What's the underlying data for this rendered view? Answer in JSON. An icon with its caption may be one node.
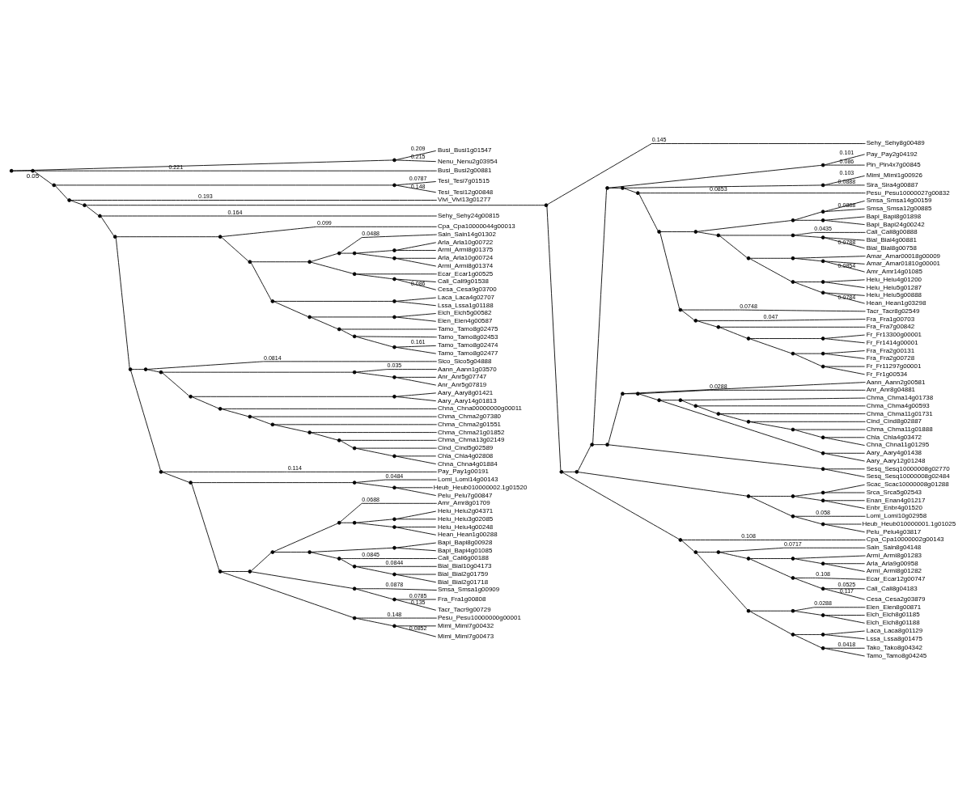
{
  "diagram": {
    "nodes": [
      {
        "text": [],
        "shape": "point"
      },
      {
        "text": [],
        "shape": "point"
      },
      {
        "text": [
          "Busi_Busi1g01547"
        ]
      },
      {
        "text": [
          "Nenu_Nenu2g03954"
        ]
      },
      {
        "text": [],
        "shape": "point"
      },
      {
        "text": [
          "Busi_Busi2g00881"
        ]
      },
      {
        "text": [],
        "shape": "point"
      },
      {
        "text": [],
        "shape": "point"
      },
      {
        "text": [
          "Tesi_Tesi7g01515"
        ]
      },
      {
        "text": [
          "Tesi_Tesi12g00848"
        ]
      },
      {
        "text": [],
        "shape": "point"
      },
      {
        "text": [
          "Vivi_Vivi13g01277"
        ]
      },
      {
        "text": [],
        "shape": "point"
      },
      {
        "text": [],
        "shape": "point"
      },
      {
        "text": [
          "Sehy_Sehy24g00815"
        ]
      },
      {
        "text": [],
        "shape": "point"
      },
      {
        "text": [],
        "shape": "point"
      },
      {
        "text": [
          "Cpa_Cpa10000044g00013"
        ]
      },
      {
        "text": [],
        "shape": "point"
      },
      {
        "text": [],
        "shape": "point"
      },
      {
        "text": [],
        "shape": "point"
      },
      {
        "text": [
          "Sain_Sain14g01302"
        ]
      },
      {
        "text": [],
        "shape": "point"
      },
      {
        "text": [],
        "shape": "point"
      },
      {
        "text": [
          "Arla_Arla10g00722"
        ]
      },
      {
        "text": [
          "Armi_Armi8g01375"
        ]
      },
      {
        "text": [],
        "shape": "point"
      },
      {
        "text": [
          "Arla_Arla10g00724"
        ]
      },
      {
        "text": [
          "Armi_Armi8g01374"
        ]
      },
      {
        "text": [],
        "shape": "point"
      },
      {
        "text": [
          "Ecar_Ecar1g00525"
        ]
      },
      {
        "text": [],
        "shape": "point"
      },
      {
        "text": [
          "Cali_Cali9g01538"
        ]
      },
      {
        "text": [
          "Cesa_Cesa9g03700"
        ]
      },
      {
        "text": [],
        "shape": "point"
      },
      {
        "text": [],
        "shape": "point"
      },
      {
        "text": [
          "Laca_Laca4g02707"
        ]
      },
      {
        "text": [
          "Lssa_Lssa1g01188"
        ]
      },
      {
        "text": [],
        "shape": "point"
      },
      {
        "text": [],
        "shape": "point"
      },
      {
        "text": [
          "Eich_Eich5g00582"
        ]
      },
      {
        "text": [
          "Eien_Eien4g00587"
        ]
      },
      {
        "text": [],
        "shape": "point"
      },
      {
        "text": [
          "Tamo_Tamo8g02475"
        ]
      },
      {
        "text": [],
        "shape": "point"
      },
      {
        "text": [
          "Tamo_Tamo8g02453"
        ]
      },
      {
        "text": [],
        "shape": "point"
      },
      {
        "text": [
          "Tamo_Tamo8g02474"
        ]
      },
      {
        "text": [
          "Tamo_Tamo8g02477"
        ]
      },
      {
        "text": [],
        "shape": "point"
      },
      {
        "text": [],
        "shape": "point"
      },
      {
        "text": [
          "Sico_Sico5g04888"
        ]
      },
      {
        "text": [],
        "shape": "point"
      },
      {
        "text": [],
        "shape": "point"
      },
      {
        "text": [],
        "shape": "point"
      },
      {
        "text": [
          "Anr_Anr5g07747"
        ]
      },
      {
        "text": [
          "Anr_Anr5g07819"
        ]
      },
      {
        "text": [
          "Aann_Aann1g03570"
        ]
      },
      {
        "text": [],
        "shape": "point"
      },
      {
        "text": [],
        "shape": "point"
      },
      {
        "text": [
          "Aary_Aary8g01421"
        ]
      },
      {
        "text": [
          "Aary_Aary14g01813"
        ]
      },
      {
        "text": [],
        "shape": "point"
      },
      {
        "text": [
          "Chna_Chna00000000g00011"
        ]
      },
      {
        "text": [],
        "shape": "point"
      },
      {
        "text": [
          "Chma_Chma2g07380"
        ]
      },
      {
        "text": [],
        "shape": "point"
      },
      {
        "text": [
          "Chma_Chma2g01551"
        ]
      },
      {
        "text": [],
        "shape": "point"
      },
      {
        "text": [
          "Chma_Chma21g01852"
        ]
      },
      {
        "text": [],
        "shape": "point"
      },
      {
        "text": [
          "Chma_Chma13g02149"
        ]
      },
      {
        "text": [],
        "shape": "point"
      },
      {
        "text": [
          "Cind_Cind5g02589"
        ]
      },
      {
        "text": [],
        "shape": "point"
      },
      {
        "text": [
          "Chla_Chla4g02808"
        ]
      },
      {
        "text": [
          "Chna_Chna4g01884"
        ]
      },
      {
        "text": [],
        "shape": "point"
      },
      {
        "text": [
          "Pay_Pay1g00191"
        ]
      },
      {
        "text": [],
        "shape": "point"
      },
      {
        "text": [],
        "shape": "point"
      },
      {
        "text": [
          "Lomi_Lomi14g00143"
        ]
      },
      {
        "text": [],
        "shape": "point"
      },
      {
        "text": [
          "Heub_Heub010000002.1g01520"
        ]
      },
      {
        "text": [
          "Pelu_Pelu7g00847"
        ]
      },
      {
        "text": [],
        "shape": "point"
      },
      {
        "text": [],
        "shape": "point"
      },
      {
        "text": [],
        "shape": "point"
      },
      {
        "text": [],
        "shape": "point"
      },
      {
        "text": [
          "Amr_Amr8g01709"
        ]
      },
      {
        "text": [],
        "shape": "point"
      },
      {
        "text": [],
        "shape": "point"
      },
      {
        "text": [
          "Heiu_Heiu2g04371"
        ]
      },
      {
        "text": [
          "Heiu_Heiu3g02085"
        ]
      },
      {
        "text": [],
        "shape": "point"
      },
      {
        "text": [
          "Heiu_Heiu4g00248"
        ]
      },
      {
        "text": [
          "Hean_Hean1g00288"
        ]
      },
      {
        "text": [],
        "shape": "point"
      },
      {
        "text": [],
        "shape": "point"
      },
      {
        "text": [
          "Bapi_Bapi8g00928"
        ]
      },
      {
        "text": [
          "Bapi_Bapi4g01085"
        ]
      },
      {
        "text": [],
        "shape": "point"
      },
      {
        "text": [
          "Cali_Cali6g00188"
        ]
      },
      {
        "text": [],
        "shape": "point"
      },
      {
        "text": [
          "Bial_Bial10g04173"
        ]
      },
      {
        "text": [],
        "shape": "point"
      },
      {
        "text": [
          "Bial_Bial2g01759"
        ]
      },
      {
        "text": [
          "Bial_Bial2g01718"
        ]
      },
      {
        "text": [],
        "shape": "point"
      },
      {
        "text": [
          "Smsa_Smsa1g00909"
        ]
      },
      {
        "text": [],
        "shape": "point"
      },
      {
        "text": [
          "Fra_Fra1g00808"
        ]
      },
      {
        "text": [
          "Tacr_Tacr9g00729"
        ]
      },
      {
        "text": [],
        "shape": "point"
      },
      {
        "text": [
          "Pesu_Pesu10000000g00001"
        ]
      },
      {
        "text": [],
        "shape": "point"
      },
      {
        "text": [
          "Mimi_Mimi7g00432"
        ]
      },
      {
        "text": [
          "Mimi_Mimi7g00473"
        ]
      },
      {
        "text": [],
        "shape": "point"
      },
      {
        "text": [
          "Sehy_Sehy8g00489"
        ]
      },
      {
        "text": [],
        "shape": "point"
      },
      {
        "text": [],
        "shape": "point"
      },
      {
        "text": [],
        "shape": "point"
      },
      {
        "text": [],
        "shape": "point"
      },
      {
        "text": [],
        "shape": "point"
      },
      {
        "text": [
          "Pay_Pay2g04192"
        ]
      },
      {
        "text": [
          "Pin_Pin4x7g00845"
        ]
      },
      {
        "text": [],
        "shape": "point"
      },
      {
        "text": [],
        "shape": "point"
      },
      {
        "text": [
          "Mimi_Mimi1g00926"
        ]
      },
      {
        "text": [
          "Sira_Sira4g00887"
        ]
      },
      {
        "text": [],
        "shape": "point"
      },
      {
        "text": [],
        "shape": "point"
      },
      {
        "text": [],
        "shape": "point"
      },
      {
        "text": [],
        "shape": "point"
      },
      {
        "text": [],
        "shape": "point"
      },
      {
        "text": [
          "Smsa_Smsa14g00159"
        ]
      },
      {
        "text": [
          "Smsa_Smsa12g00885"
        ]
      },
      {
        "text": [],
        "shape": "point"
      },
      {
        "text": [
          "Bapi_Bapi8g01898"
        ]
      },
      {
        "text": [
          "Bapi_Bapi24g00242"
        ]
      },
      {
        "text": [],
        "shape": "point"
      },
      {
        "text": [],
        "shape": "point"
      },
      {
        "text": [
          "Cali_Cali8g00888"
        ]
      },
      {
        "text": [],
        "shape": "point"
      },
      {
        "text": [
          "Bial_Bial4g00881"
        ]
      },
      {
        "text": [
          "Bial_Bial8g00758"
        ]
      },
      {
        "text": [],
        "shape": "point"
      },
      {
        "text": [],
        "shape": "point"
      },
      {
        "text": [
          "Amar_Amar00018g00009"
        ]
      },
      {
        "text": [],
        "shape": "point"
      },
      {
        "text": [
          "Amar_Amar01810g00001"
        ]
      },
      {
        "text": [
          "Amr_Amr14g01085"
        ]
      },
      {
        "text": [],
        "shape": "point"
      },
      {
        "text": [],
        "shape": "point"
      },
      {
        "text": [
          "Heiu_Heiu4g01200"
        ]
      },
      {
        "text": [
          "Heiu_Heiu5g01287"
        ]
      },
      {
        "text": [],
        "shape": "point"
      },
      {
        "text": [
          "Heiu_Heiu5g00888"
        ]
      },
      {
        "text": [
          "Hean_Hean1g03298"
        ]
      },
      {
        "text": [],
        "shape": "point"
      },
      {
        "text": [
          "Tacr_Tacr8g02549"
        ]
      },
      {
        "text": [],
        "shape": "point"
      },
      {
        "text": [
          "Fra_Fra1g00703"
        ]
      },
      {
        "text": [],
        "shape": "point"
      },
      {
        "text": [
          "Fra_Fra7g00842"
        ]
      },
      {
        "text": [],
        "shape": "point"
      },
      {
        "text": [],
        "shape": "point"
      },
      {
        "text": [
          "Fr_Fr13300g00001"
        ]
      },
      {
        "text": [
          "Fr_Fr1414g00001"
        ]
      },
      {
        "text": [],
        "shape": "point"
      },
      {
        "text": [],
        "shape": "point"
      },
      {
        "text": [
          "Fra_Fra2g00131"
        ]
      },
      {
        "text": [
          "Fra_Fra2g00728"
        ]
      },
      {
        "text": [],
        "shape": "point"
      },
      {
        "text": [
          "Fr_Fr11297g00001"
        ]
      },
      {
        "text": [
          "Fr_Fr1g00534"
        ]
      },
      {
        "text": [
          "Pesu_Pesu10000027g00832"
        ]
      },
      {
        "text": [],
        "shape": "point"
      },
      {
        "text": [],
        "shape": "point"
      },
      {
        "text": [],
        "shape": "point"
      },
      {
        "text": [],
        "shape": "point"
      },
      {
        "text": [],
        "shape": "point"
      },
      {
        "text": [],
        "shape": "point"
      },
      {
        "text": [
          "Chma_Chma4g00593"
        ]
      },
      {
        "text": [],
        "shape": "point"
      },
      {
        "text": [
          "Chma_Chma11g01731"
        ]
      },
      {
        "text": [],
        "shape": "point"
      },
      {
        "text": [
          "Cind_Cind8g02887"
        ]
      },
      {
        "text": [],
        "shape": "point"
      },
      {
        "text": [
          "Chma_Chma11g01888"
        ]
      },
      {
        "text": [],
        "shape": "point"
      },
      {
        "text": [
          "Chla_Chla4g03472"
        ]
      },
      {
        "text": [
          "Chna_Chna11g01295"
        ]
      },
      {
        "text": [
          "Chma_Chma14g01738"
        ]
      },
      {
        "text": [],
        "shape": "point"
      },
      {
        "text": [
          "Aary_Aary4g01438"
        ]
      },
      {
        "text": [
          "Aary_Aary12g01248"
        ]
      },
      {
        "text": [
          "Anr_Anr8g04881"
        ]
      },
      {
        "text": [
          "Aann_Aann2g00581"
        ]
      },
      {
        "text": [],
        "shape": "point"
      },
      {
        "text": [
          "Sesq_Sesq10000008g02770"
        ]
      },
      {
        "text": [
          "Sesq_Sesq10000008g02484"
        ]
      },
      {
        "text": [],
        "shape": "point"
      },
      {
        "text": [],
        "shape": "point"
      },
      {
        "text": [],
        "shape": "point"
      },
      {
        "text": [
          "Scac_Scac10000008g01288"
        ]
      },
      {
        "text": [
          "Srca_Srca5g02543"
        ]
      },
      {
        "text": [],
        "shape": "point"
      },
      {
        "text": [
          "Enan_Enan4g01217"
        ]
      },
      {
        "text": [
          "Enbr_Enbr4g01520"
        ]
      },
      {
        "text": [],
        "shape": "point"
      },
      {
        "text": [
          "Lomi_Lomi10g02958"
        ]
      },
      {
        "text": [],
        "shape": "point"
      },
      {
        "text": [
          "Heub_Heub010000001.1g01025"
        ]
      },
      {
        "text": [
          "Pelu_Pelu4g03817"
        ]
      },
      {
        "text": [],
        "shape": "point"
      },
      {
        "text": [
          "Cpa_Cpa10000002g00143"
        ]
      },
      {
        "text": [],
        "shape": "point"
      },
      {
        "text": [],
        "shape": "point"
      },
      {
        "text": [
          "Sain_Sain8g04148"
        ]
      },
      {
        "text": [],
        "shape": "point"
      },
      {
        "text": [],
        "shape": "point"
      },
      {
        "text": [
          "Armi_Armi8g01283"
        ]
      },
      {
        "text": [],
        "shape": "point"
      },
      {
        "text": [
          "Arla_Arla9g00958"
        ]
      },
      {
        "text": [
          "Armi_Armi8g01282"
        ]
      },
      {
        "text": [],
        "shape": "point"
      },
      {
        "text": [
          "Ecar_Ecar12g00747"
        ]
      },
      {
        "text": [],
        "shape": "point"
      },
      {
        "text": [
          "Cali_Cali8g04183"
        ]
      },
      {
        "text": [
          "Cesa_Cesa2g03879"
        ]
      },
      {
        "text": [],
        "shape": "point"
      },
      {
        "text": [],
        "shape": "point"
      },
      {
        "text": [
          "Eien_Eien8g00871"
        ]
      },
      {
        "text": [],
        "shape": "point"
      },
      {
        "text": [
          "Eich_Eich8g01185"
        ]
      },
      {
        "text": [
          "Eich_Eich8g01188"
        ]
      },
      {
        "text": [],
        "shape": "point"
      },
      {
        "text": [],
        "shape": "point"
      },
      {
        "text": [
          "Laca_Laca8g01129"
        ]
      },
      {
        "text": [
          "Lssa_Lssa8g01475"
        ]
      },
      {
        "text": [],
        "shape": "point"
      },
      {
        "text": [
          "Tako_Tako8g04342"
        ]
      },
      {
        "text": [
          "Tamo_Tamo8g04245"
        ]
      }
    ],
    "edges": [
      {
        "from": 0,
        "to": 1,
        "arrow": "none"
      },
      {
        "from": 0,
        "to": 4,
        "arrow": "none"
      },
      {
        "from": 1,
        "to": 2,
        "arrow": "none",
        "label": "0.209"
      },
      {
        "from": 1,
        "to": 3,
        "arrow": "none",
        "label": "0.215"
      },
      {
        "from": 4,
        "to": 5,
        "arrow": "none",
        "label": "0.221"
      },
      {
        "from": 4,
        "to": 6,
        "arrow": "none"
      },
      {
        "from": 6,
        "to": 7,
        "arrow": "none"
      },
      {
        "from": 6,
        "to": 10,
        "arrow": "none"
      },
      {
        "from": 7,
        "to": 8,
        "arrow": "none",
        "label": "0.0787"
      },
      {
        "from": 7,
        "to": 9,
        "arrow": "none",
        "label": "0.148"
      },
      {
        "from": 10,
        "to": 11,
        "arrow": "none",
        "label": "0.193"
      },
      {
        "from": 10,
        "to": 12,
        "arrow": "none"
      },
      {
        "from": 12,
        "to": 13,
        "arrow": "none"
      },
      {
        "from": 12,
        "to": 118,
        "arrow": "none"
      },
      {
        "from": 13,
        "to": 14,
        "arrow": "none",
        "label": "0.164"
      },
      {
        "from": 13,
        "to": 15,
        "arrow": "none"
      },
      {
        "from": 15,
        "to": 16,
        "arrow": "none"
      },
      {
        "from": 15,
        "to": 49,
        "arrow": "none"
      },
      {
        "from": 16,
        "to": 17,
        "arrow": "none",
        "label": "0.099"
      },
      {
        "from": 16,
        "to": 18,
        "arrow": "none"
      },
      {
        "from": 18,
        "to": 19,
        "arrow": "none"
      },
      {
        "from": 18,
        "to": 34,
        "arrow": "none"
      },
      {
        "from": 19,
        "to": 20,
        "arrow": "none"
      },
      {
        "from": 19,
        "to": 29,
        "arrow": "none"
      },
      {
        "from": 20,
        "to": 21,
        "arrow": "none",
        "label": "0.0488"
      },
      {
        "from": 20,
        "to": 22,
        "arrow": "none"
      },
      {
        "from": 22,
        "to": 23,
        "arrow": "none"
      },
      {
        "from": 22,
        "to": 26,
        "arrow": "none"
      },
      {
        "from": 23,
        "to": 24,
        "arrow": "none"
      },
      {
        "from": 23,
        "to": 25,
        "arrow": "none"
      },
      {
        "from": 26,
        "to": 27,
        "arrow": "none"
      },
      {
        "from": 26,
        "to": 28,
        "arrow": "none"
      },
      {
        "from": 29,
        "to": 30,
        "arrow": "none"
      },
      {
        "from": 29,
        "to": 31,
        "arrow": "none"
      },
      {
        "from": 31,
        "to": 32,
        "arrow": "none"
      },
      {
        "from": 31,
        "to": 33,
        "arrow": "none",
        "label": "0.086"
      },
      {
        "from": 34,
        "to": 35,
        "arrow": "none"
      },
      {
        "from": 34,
        "to": 38,
        "arrow": "none"
      },
      {
        "from": 35,
        "to": 36,
        "arrow": "none"
      },
      {
        "from": 35,
        "to": 37,
        "arrow": "none"
      },
      {
        "from": 38,
        "to": 39,
        "arrow": "none"
      },
      {
        "from": 38,
        "to": 42,
        "arrow": "none"
      },
      {
        "from": 39,
        "to": 40,
        "arrow": "none"
      },
      {
        "from": 39,
        "to": 41,
        "arrow": "none"
      },
      {
        "from": 42,
        "to": 43,
        "arrow": "none"
      },
      {
        "from": 42,
        "to": 44,
        "arrow": "none"
      },
      {
        "from": 44,
        "to": 45,
        "arrow": "none"
      },
      {
        "from": 44,
        "to": 46,
        "arrow": "none"
      },
      {
        "from": 46,
        "to": 47,
        "arrow": "none",
        "label": "0.161"
      },
      {
        "from": 46,
        "to": 48,
        "arrow": "none"
      },
      {
        "from": 49,
        "to": 50,
        "arrow": "none"
      },
      {
        "from": 49,
        "to": 77,
        "arrow": "none"
      },
      {
        "from": 50,
        "to": 51,
        "arrow": "none",
        "label": "0.0814"
      },
      {
        "from": 50,
        "to": 52,
        "arrow": "none"
      },
      {
        "from": 52,
        "to": 53,
        "arrow": "none"
      },
      {
        "from": 52,
        "to": 58,
        "arrow": "none"
      },
      {
        "from": 53,
        "to": 54,
        "arrow": "none"
      },
      {
        "from": 53,
        "to": 57,
        "arrow": "none",
        "label": "0.035"
      },
      {
        "from": 54,
        "to": 55,
        "arrow": "none"
      },
      {
        "from": 54,
        "to": 56,
        "arrow": "none"
      },
      {
        "from": 58,
        "to": 59,
        "arrow": "none"
      },
      {
        "from": 58,
        "to": 62,
        "arrow": "none"
      },
      {
        "from": 59,
        "to": 60,
        "arrow": "none"
      },
      {
        "from": 59,
        "to": 61,
        "arrow": "none"
      },
      {
        "from": 62,
        "to": 63,
        "arrow": "none"
      },
      {
        "from": 62,
        "to": 64,
        "arrow": "none"
      },
      {
        "from": 64,
        "to": 65,
        "arrow": "none"
      },
      {
        "from": 64,
        "to": 66,
        "arrow": "none"
      },
      {
        "from": 66,
        "to": 67,
        "arrow": "none"
      },
      {
        "from": 66,
        "to": 68,
        "arrow": "none"
      },
      {
        "from": 68,
        "to": 69,
        "arrow": "none"
      },
      {
        "from": 68,
        "to": 70,
        "arrow": "none"
      },
      {
        "from": 70,
        "to": 71,
        "arrow": "none"
      },
      {
        "from": 70,
        "to": 72,
        "arrow": "none"
      },
      {
        "from": 72,
        "to": 73,
        "arrow": "none"
      },
      {
        "from": 72,
        "to": 74,
        "arrow": "none"
      },
      {
        "from": 74,
        "to": 75,
        "arrow": "none"
      },
      {
        "from": 74,
        "to": 76,
        "arrow": "none"
      },
      {
        "from": 77,
        "to": 78,
        "arrow": "none",
        "label": "0.114"
      },
      {
        "from": 77,
        "to": 79,
        "arrow": "none"
      },
      {
        "from": 79,
        "to": 80,
        "arrow": "none"
      },
      {
        "from": 79,
        "to": 85,
        "arrow": "none"
      },
      {
        "from": 80,
        "to": 81,
        "arrow": "none",
        "label": "0.0484"
      },
      {
        "from": 80,
        "to": 82,
        "arrow": "none"
      },
      {
        "from": 82,
        "to": 83,
        "arrow": "none"
      },
      {
        "from": 82,
        "to": 84,
        "arrow": "none"
      },
      {
        "from": 85,
        "to": 86,
        "arrow": "none"
      },
      {
        "from": 85,
        "to": 113,
        "arrow": "none"
      },
      {
        "from": 86,
        "to": 87,
        "arrow": "none"
      },
      {
        "from": 86,
        "to": 108,
        "arrow": "none"
      },
      {
        "from": 87,
        "to": 88,
        "arrow": "none"
      },
      {
        "from": 87,
        "to": 97,
        "arrow": "none"
      },
      {
        "from": 88,
        "to": 89,
        "arrow": "none",
        "label": "0.0688"
      },
      {
        "from": 88,
        "to": 90,
        "arrow": "none"
      },
      {
        "from": 90,
        "to": 91,
        "arrow": "none"
      },
      {
        "from": 90,
        "to": 94,
        "arrow": "none"
      },
      {
        "from": 91,
        "to": 92,
        "arrow": "none"
      },
      {
        "from": 91,
        "to": 93,
        "arrow": "none"
      },
      {
        "from": 94,
        "to": 95,
        "arrow": "none"
      },
      {
        "from": 94,
        "to": 96,
        "arrow": "none"
      },
      {
        "from": 97,
        "to": 98,
        "arrow": "none"
      },
      {
        "from": 97,
        "to": 101,
        "arrow": "none"
      },
      {
        "from": 98,
        "to": 99,
        "arrow": "none"
      },
      {
        "from": 98,
        "to": 100,
        "arrow": "none"
      },
      {
        "from": 101,
        "to": 102,
        "arrow": "none",
        "label": "0.0845"
      },
      {
        "from": 101,
        "to": 103,
        "arrow": "none"
      },
      {
        "from": 103,
        "to": 104,
        "arrow": "none",
        "label": "0.0844"
      },
      {
        "from": 103,
        "to": 105,
        "arrow": "none"
      },
      {
        "from": 105,
        "to": 106,
        "arrow": "none"
      },
      {
        "from": 105,
        "to": 107,
        "arrow": "none"
      },
      {
        "from": 108,
        "to": 109,
        "arrow": "none",
        "label": "0.0878"
      },
      {
        "from": 108,
        "to": 110,
        "arrow": "none"
      },
      {
        "from": 110,
        "to": 111,
        "arrow": "none",
        "label": "0.0785"
      },
      {
        "from": 110,
        "to": 112,
        "arrow": "none",
        "label": "0.135"
      },
      {
        "from": 113,
        "to": 114,
        "arrow": "none",
        "label": "0.148"
      },
      {
        "from": 113,
        "to": 115,
        "arrow": "none"
      },
      {
        "from": 115,
        "to": 116,
        "arrow": "none"
      },
      {
        "from": 115,
        "to": 117,
        "arrow": "none",
        "label": "0.0852"
      },
      {
        "from": 118,
        "to": 119,
        "arrow": "none",
        "label": "0.145"
      },
      {
        "from": 118,
        "to": 120,
        "arrow": "none"
      },
      {
        "from": 120,
        "to": 121,
        "arrow": "none"
      },
      {
        "from": 120,
        "to": 216,
        "arrow": "none"
      },
      {
        "from": 121,
        "to": 122,
        "arrow": "none"
      },
      {
        "from": 121,
        "to": 203,
        "arrow": "none"
      },
      {
        "from": 122,
        "to": 123,
        "arrow": "none"
      },
      {
        "from": 122,
        "to": 178,
        "arrow": "none"
      },
      {
        "from": 123,
        "to": 124,
        "arrow": "none"
      },
      {
        "from": 123,
        "to": 127,
        "arrow": "none"
      },
      {
        "from": 124,
        "to": 125,
        "arrow": "none",
        "label": "0.101"
      },
      {
        "from": 124,
        "to": 126,
        "arrow": "none",
        "label": "0.086"
      },
      {
        "from": 127,
        "to": 128,
        "arrow": "none"
      },
      {
        "from": 127,
        "to": 131,
        "arrow": "none"
      },
      {
        "from": 128,
        "to": 129,
        "arrow": "none",
        "label": "0.103"
      },
      {
        "from": 128,
        "to": 130,
        "arrow": "none",
        "label": "0.0888"
      },
      {
        "from": 131,
        "to": 132,
        "arrow": "none"
      },
      {
        "from": 131,
        "to": 177,
        "arrow": "none",
        "label": "0.0853"
      },
      {
        "from": 132,
        "to": 133,
        "arrow": "none"
      },
      {
        "from": 132,
        "to": 160,
        "arrow": "none"
      },
      {
        "from": 133,
        "to": 134,
        "arrow": "none"
      },
      {
        "from": 133,
        "to": 141,
        "arrow": "none"
      },
      {
        "from": 134,
        "to": 135,
        "arrow": "none"
      },
      {
        "from": 134,
        "to": 138,
        "arrow": "none"
      },
      {
        "from": 135,
        "to": 136,
        "arrow": "none"
      },
      {
        "from": 135,
        "to": 137,
        "arrow": "none",
        "label": "0.0888"
      },
      {
        "from": 138,
        "to": 139,
        "arrow": "none"
      },
      {
        "from": 138,
        "to": 140,
        "arrow": "none"
      },
      {
        "from": 141,
        "to": 142,
        "arrow": "none"
      },
      {
        "from": 141,
        "to": 147,
        "arrow": "none"
      },
      {
        "from": 142,
        "to": 143,
        "arrow": "none",
        "label": "0.0435"
      },
      {
        "from": 142,
        "to": 144,
        "arrow": "none"
      },
      {
        "from": 144,
        "to": 145,
        "arrow": "none"
      },
      {
        "from": 144,
        "to": 146,
        "arrow": "none",
        "label": "0.0788"
      },
      {
        "from": 147,
        "to": 148,
        "arrow": "none"
      },
      {
        "from": 147,
        "to": 153,
        "arrow": "none"
      },
      {
        "from": 148,
        "to": 149,
        "arrow": "none"
      },
      {
        "from": 148,
        "to": 150,
        "arrow": "none"
      },
      {
        "from": 150,
        "to": 151,
        "arrow": "none"
      },
      {
        "from": 150,
        "to": 152,
        "arrow": "none",
        "label": "0.0854"
      },
      {
        "from": 153,
        "to": 154,
        "arrow": "none"
      },
      {
        "from": 153,
        "to": 157,
        "arrow": "none"
      },
      {
        "from": 154,
        "to": 155,
        "arrow": "none"
      },
      {
        "from": 154,
        "to": 156,
        "arrow": "none"
      },
      {
        "from": 157,
        "to": 158,
        "arrow": "none"
      },
      {
        "from": 157,
        "to": 159,
        "arrow": "none",
        "label": "0.0784"
      },
      {
        "from": 160,
        "to": 161,
        "arrow": "none",
        "label": "0.0748"
      },
      {
        "from": 160,
        "to": 162,
        "arrow": "none"
      },
      {
        "from": 162,
        "to": 163,
        "arrow": "none",
        "label": "0.047"
      },
      {
        "from": 162,
        "to": 164,
        "arrow": "none"
      },
      {
        "from": 164,
        "to": 165,
        "arrow": "none"
      },
      {
        "from": 164,
        "to": 166,
        "arrow": "none"
      },
      {
        "from": 166,
        "to": 167,
        "arrow": "none"
      },
      {
        "from": 166,
        "to": 170,
        "arrow": "none"
      },
      {
        "from": 167,
        "to": 168,
        "arrow": "none"
      },
      {
        "from": 167,
        "to": 169,
        "arrow": "none"
      },
      {
        "from": 170,
        "to": 171,
        "arrow": "none"
      },
      {
        "from": 170,
        "to": 174,
        "arrow": "none"
      },
      {
        "from": 171,
        "to": 172,
        "arrow": "none"
      },
      {
        "from": 171,
        "to": 173,
        "arrow": "none"
      },
      {
        "from": 174,
        "to": 175,
        "arrow": "none"
      },
      {
        "from": 174,
        "to": 176,
        "arrow": "none"
      },
      {
        "from": 178,
        "to": 179,
        "arrow": "none"
      },
      {
        "from": 178,
        "to": 200,
        "arrow": "none"
      },
      {
        "from": 179,
        "to": 180,
        "arrow": "none"
      },
      {
        "from": 179,
        "to": 199,
        "arrow": "none"
      },
      {
        "from": 180,
        "to": 181,
        "arrow": "none"
      },
      {
        "from": 180,
        "to": 198,
        "arrow": "none",
        "label": "0.0288"
      },
      {
        "from": 181,
        "to": 182,
        "arrow": "none"
      },
      {
        "from": 181,
        "to": 195,
        "arrow": "none"
      },
      {
        "from": 182,
        "to": 183,
        "arrow": "none"
      },
      {
        "from": 182,
        "to": 194,
        "arrow": "none"
      },
      {
        "from": 183,
        "to": 184,
        "arrow": "none"
      },
      {
        "from": 183,
        "to": 185,
        "arrow": "none"
      },
      {
        "from": 185,
        "to": 186,
        "arrow": "none"
      },
      {
        "from": 185,
        "to": 187,
        "arrow": "none"
      },
      {
        "from": 187,
        "to": 188,
        "arrow": "none"
      },
      {
        "from": 187,
        "to": 189,
        "arrow": "none"
      },
      {
        "from": 189,
        "to": 190,
        "arrow": "none"
      },
      {
        "from": 189,
        "to": 191,
        "arrow": "none"
      },
      {
        "from": 191,
        "to": 192,
        "arrow": "none"
      },
      {
        "from": 191,
        "to": 193,
        "arrow": "none"
      },
      {
        "from": 195,
        "to": 196,
        "arrow": "none"
      },
      {
        "from": 195,
        "to": 197,
        "arrow": "none"
      },
      {
        "from": 200,
        "to": 201,
        "arrow": "none"
      },
      {
        "from": 200,
        "to": 202,
        "arrow": "none"
      },
      {
        "from": 203,
        "to": 204,
        "arrow": "none"
      },
      {
        "from": 203,
        "to": 211,
        "arrow": "none"
      },
      {
        "from": 204,
        "to": 205,
        "arrow": "none"
      },
      {
        "from": 204,
        "to": 208,
        "arrow": "none"
      },
      {
        "from": 205,
        "to": 206,
        "arrow": "none"
      },
      {
        "from": 205,
        "to": 207,
        "arrow": "none"
      },
      {
        "from": 208,
        "to": 209,
        "arrow": "none"
      },
      {
        "from": 208,
        "to": 210,
        "arrow": "none"
      },
      {
        "from": 211,
        "to": 212,
        "arrow": "none",
        "label": "0.058"
      },
      {
        "from": 211,
        "to": 213,
        "arrow": "none"
      },
      {
        "from": 213,
        "to": 214,
        "arrow": "none"
      },
      {
        "from": 213,
        "to": 215,
        "arrow": "none"
      },
      {
        "from": 216,
        "to": 217,
        "arrow": "none",
        "label": "0.108"
      },
      {
        "from": 216,
        "to": 218,
        "arrow": "none"
      },
      {
        "from": 218,
        "to": 219,
        "arrow": "none"
      },
      {
        "from": 218,
        "to": 232,
        "arrow": "none"
      },
      {
        "from": 219,
        "to": 220,
        "arrow": "none",
        "label": "0.0717"
      },
      {
        "from": 219,
        "to": 221,
        "arrow": "none"
      },
      {
        "from": 221,
        "to": 222,
        "arrow": "none"
      },
      {
        "from": 221,
        "to": 227,
        "arrow": "none"
      },
      {
        "from": 222,
        "to": 223,
        "arrow": "none"
      },
      {
        "from": 222,
        "to": 224,
        "arrow": "none"
      },
      {
        "from": 224,
        "to": 225,
        "arrow": "none"
      },
      {
        "from": 224,
        "to": 226,
        "arrow": "none"
      },
      {
        "from": 227,
        "to": 228,
        "arrow": "none",
        "label": "0.108"
      },
      {
        "from": 227,
        "to": 229,
        "arrow": "none"
      },
      {
        "from": 229,
        "to": 230,
        "arrow": "none",
        "label": "0.0525"
      },
      {
        "from": 229,
        "to": 231,
        "arrow": "none",
        "label": "0.117"
      },
      {
        "from": 232,
        "to": 233,
        "arrow": "none"
      },
      {
        "from": 232,
        "to": 238,
        "arrow": "none"
      },
      {
        "from": 233,
        "to": 234,
        "arrow": "none",
        "label": "0.0288"
      },
      {
        "from": 233,
        "to": 235,
        "arrow": "none"
      },
      {
        "from": 235,
        "to": 236,
        "arrow": "none"
      },
      {
        "from": 235,
        "to": 237,
        "arrow": "none"
      },
      {
        "from": 238,
        "to": 239,
        "arrow": "none"
      },
      {
        "from": 238,
        "to": 242,
        "arrow": "none"
      },
      {
        "from": 239,
        "to": 240,
        "arrow": "none"
      },
      {
        "from": 239,
        "to": 241,
        "arrow": "none"
      },
      {
        "from": 242,
        "to": 243,
        "arrow": "none",
        "label": "0.0418"
      },
      {
        "from": 242,
        "to": 244,
        "arrow": "none"
      }
    ],
    "labels": [
      "0.05"
    ]
  }
}
